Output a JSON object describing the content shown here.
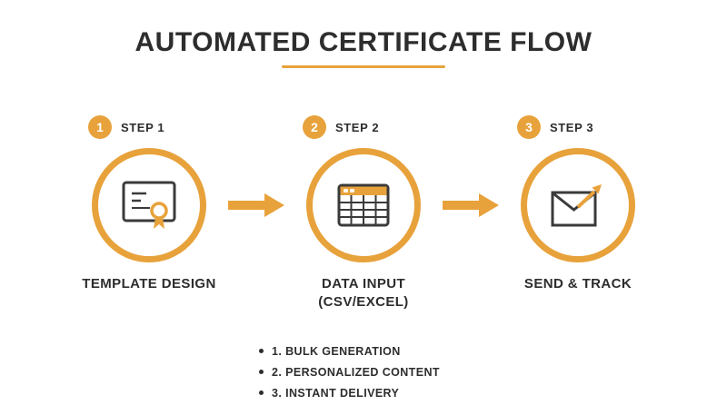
{
  "title": "AUTOMATED CERTIFICATE FLOW",
  "colors": {
    "accent": "#E8A23B",
    "text": "#2D2D2D"
  },
  "steps": [
    {
      "number": "1",
      "step_label": "STEP 1",
      "icon": "certificate-icon",
      "title": "TEMPLATE DESIGN"
    },
    {
      "number": "2",
      "step_label": "STEP 2",
      "icon": "spreadsheet-icon",
      "title": "DATA INPUT\n(CSV/EXCEL)"
    },
    {
      "number": "3",
      "step_label": "STEP 3",
      "icon": "envelope-send-icon",
      "title": "SEND & TRACK"
    }
  ],
  "features": [
    "1. BULK GENERATION",
    "2. PERSONALIZED CONTENT",
    "3. INSTANT DELIVERY"
  ]
}
